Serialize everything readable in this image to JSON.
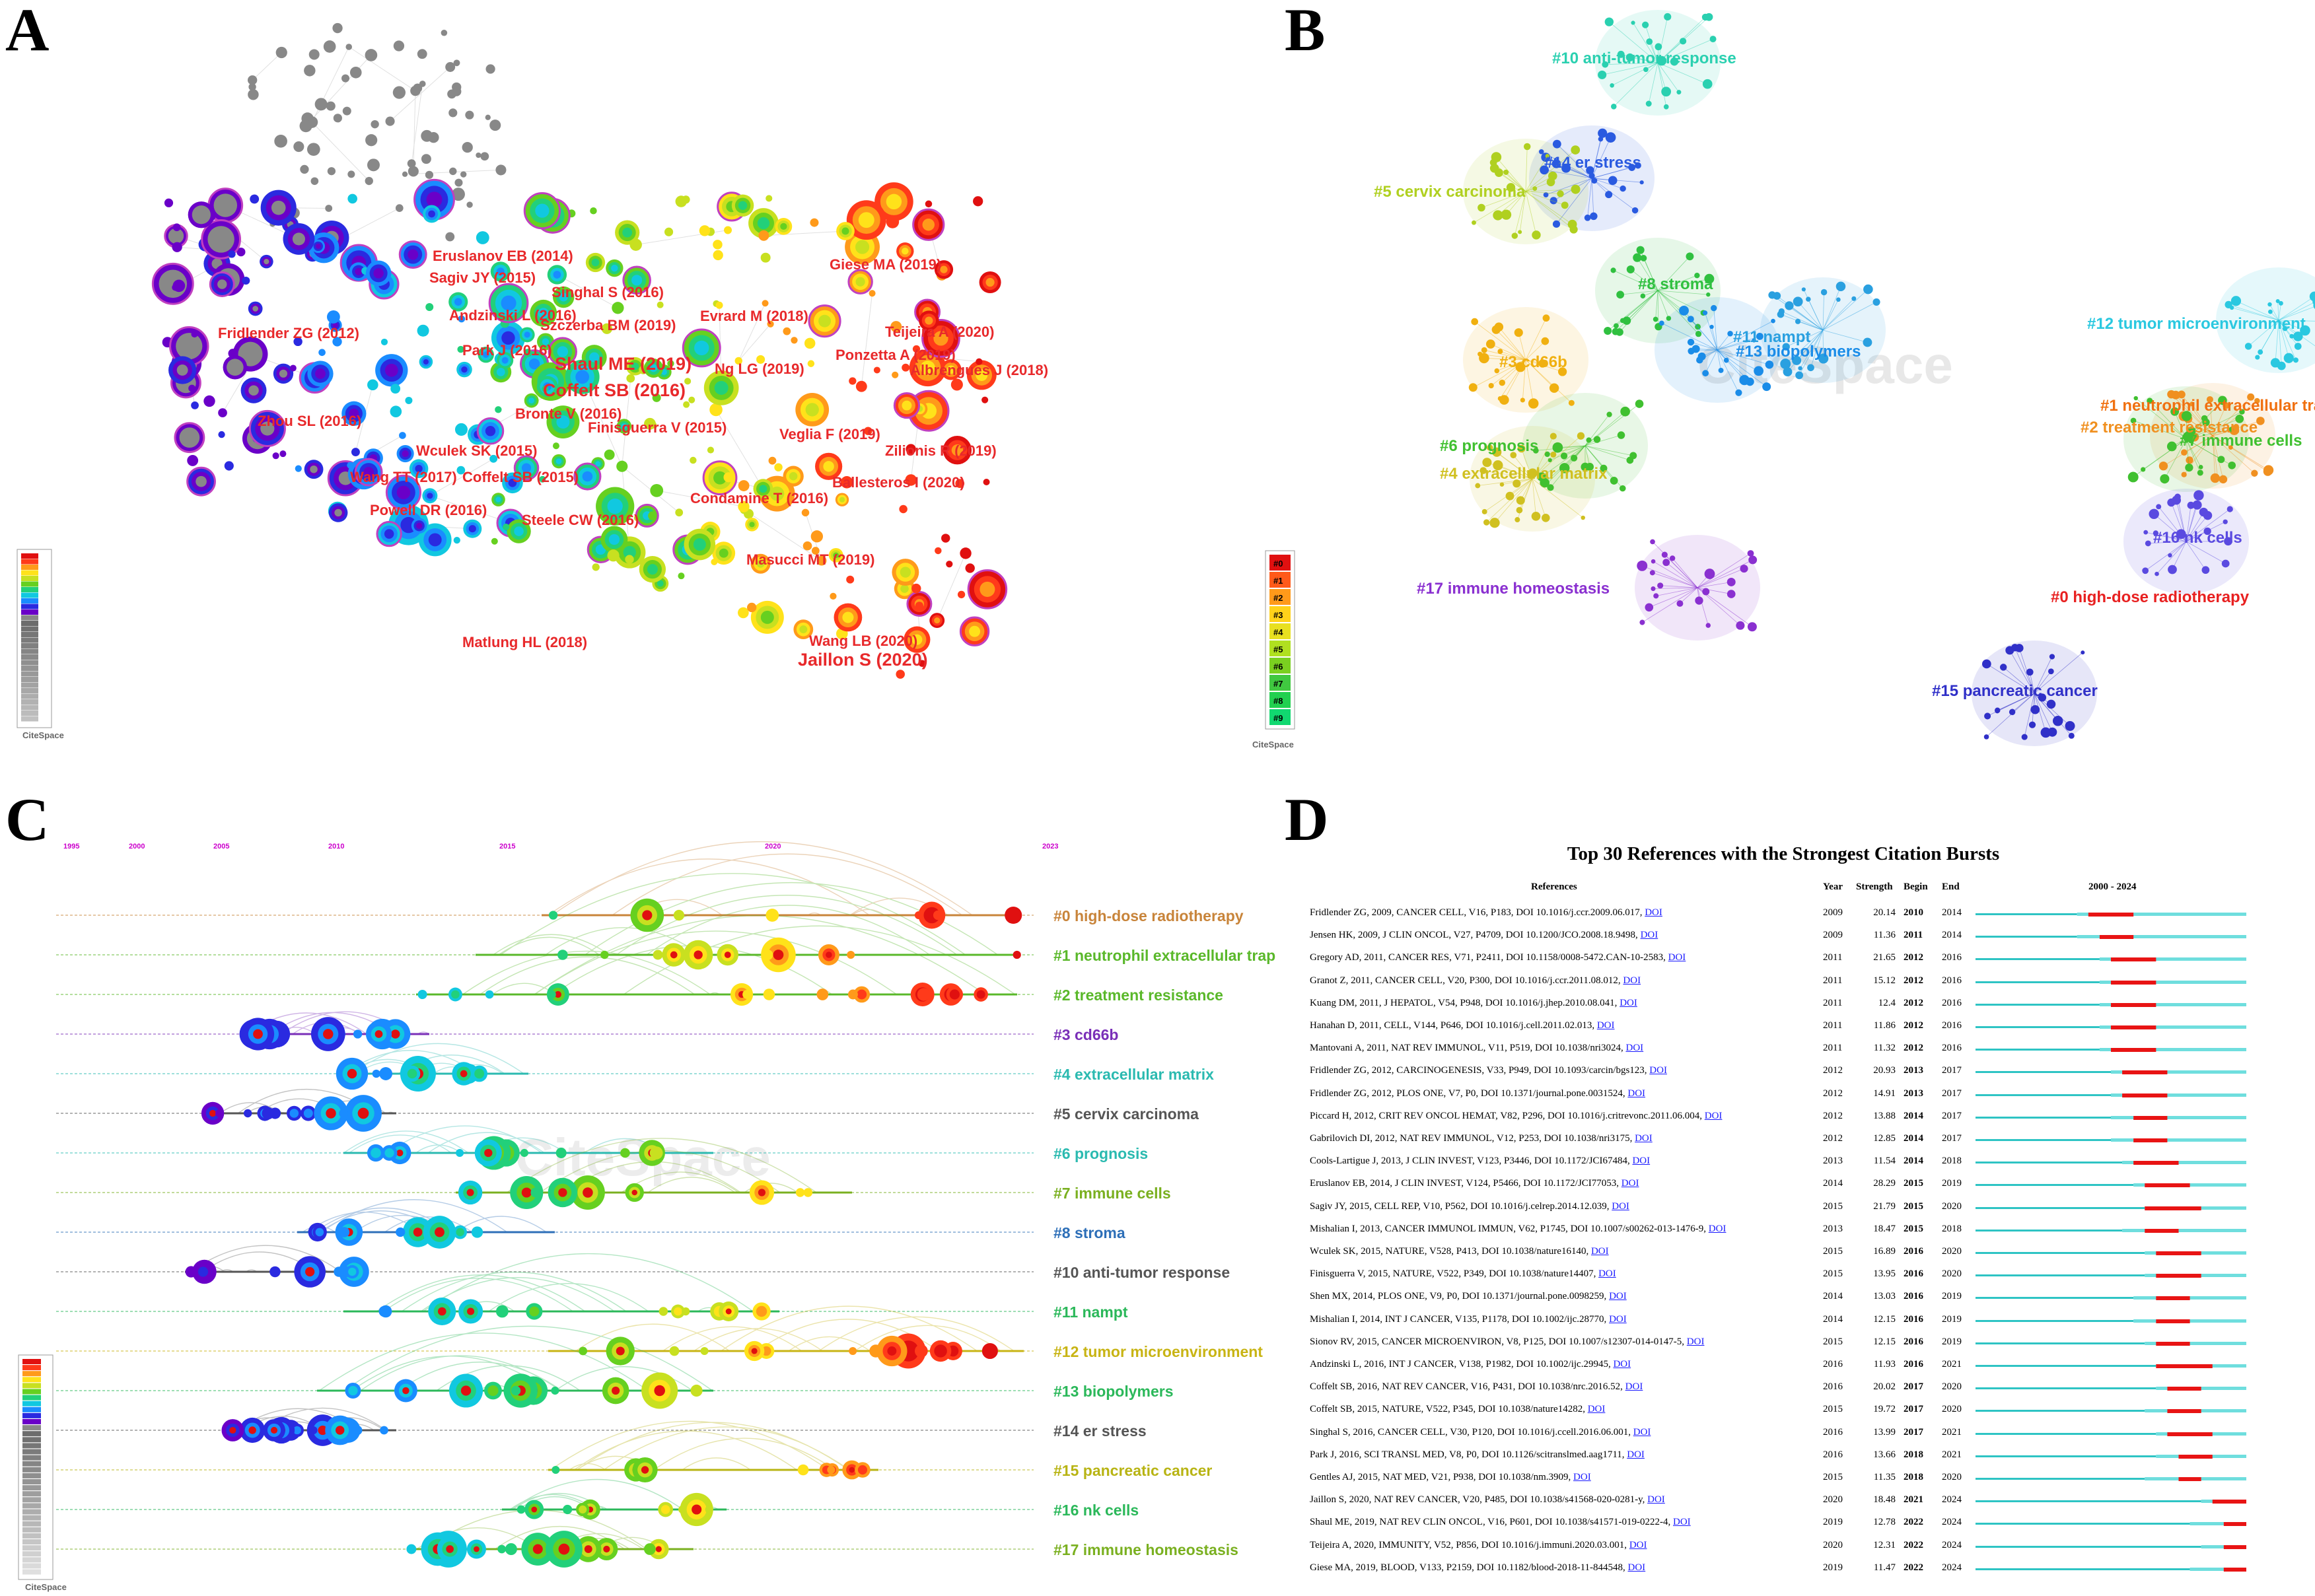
{
  "panels": {
    "a": "A",
    "b": "B",
    "c": "C",
    "d": "D"
  },
  "watermark": "CiteSpace",
  "panel_a": {
    "node_labels": [
      "Eruslanov EB (2014)",
      "Sagiv JY (2015)",
      "Singhal S (2016)",
      "Andzinski L (2016)",
      "Szczerba BM (2019)",
      "Fridlender ZG (2012)",
      "Park J (2016)",
      "Shaul ME (2019)",
      "Coffelt SB (2016)",
      "Evrard M (2018)",
      "Giese MA (2019)",
      "Teijeira A (2020)",
      "Ponzetta A (2019)",
      "Albrengues J (2018)",
      "Ng LG (2019)",
      "Bronte V (2016)",
      "Zhou SL (2016)",
      "Wculek SK (2015)",
      "Finisguerra V (2015)",
      "Veglia F (2019)",
      "Zilionis R (2019)",
      "Wang TT (2017)",
      "Coffelt SB (2015)",
      "Ballesteros I (2020)",
      "Powell DR (2016)",
      "Condamine T (2016)",
      "Steele CW (2016)",
      "Masucci MT (2019)",
      "Matlung HL (2018)",
      "Wang LB (2020)",
      "Jaillon S (2020)"
    ]
  },
  "panel_b": {
    "clusters": [
      "#10 anti-tumor response",
      "#14 er stress",
      "#5 cervix carcinoma",
      "#11 nampt",
      "#8 stroma",
      "#13 biopolymers",
      "#12 tumor microenvironment",
      "#3 cd66b",
      "#1 neutrophil extracellular trap",
      "#2 treatment resistance",
      "#7 immune cells",
      "#6 prognosis",
      "#4 extracellular matrix",
      "#16 nk cells",
      "#17 immune homeostasis",
      "#0 high-dose radiotherapy",
      "#15 pancreatic cancer"
    ],
    "legend": [
      "#0",
      "#1",
      "#2",
      "#3",
      "#4",
      "#5",
      "#6",
      "#7",
      "#8",
      "#9"
    ]
  },
  "panel_c": {
    "years": [
      "1995",
      "2000",
      "2005",
      "2010",
      "2015",
      "2020",
      "2023"
    ],
    "clusters": [
      "#0 high-dose radiotherapy",
      "#1 neutrophil extracellular trap",
      "#2 treatment resistance",
      "#3 cd66b",
      "#4 extracellular matrix",
      "#5 cervix carcinoma",
      "#6 prognosis",
      "#7 immune cells",
      "#8 stroma",
      "#10 anti-tumor response",
      "#11 nampt",
      "#12 tumor microenvironment",
      "#13 biopolymers",
      "#14 er stress",
      "#15 pancreatic cancer",
      "#16 nk cells",
      "#17 immune homeostasis"
    ],
    "colors": [
      "#c8843a",
      "#5ab82a",
      "#5ab82a",
      "#7a2fb8",
      "#2bbab0",
      "#555555",
      "#2bbab0",
      "#7ab020",
      "#2d6fb8",
      "#555555",
      "#2bb85a",
      "#c8b414",
      "#2bb85a",
      "#555555",
      "#b8b414",
      "#2bb85a",
      "#7ab020"
    ]
  },
  "panel_d": {
    "title": "Top 30 References with the Strongest Citation Bursts",
    "headers": {
      "references": "References",
      "year": "Year",
      "strength": "Strength",
      "begin": "Begin",
      "end": "End",
      "range": "2000 - 2024"
    },
    "doi_label": "DOI",
    "rows": [
      {
        "ref": "Fridlender ZG, 2009, CANCER CELL, V16, P183, DOI 10.1016/j.ccr.2009.06.017,",
        "year": "2009",
        "strength": "20.14",
        "begin": "2010",
        "end": "2014"
      },
      {
        "ref": "Jensen HK, 2009, J CLIN ONCOL, V27, P4709, DOI 10.1200/JCO.2008.18.9498,",
        "year": "2009",
        "strength": "11.36",
        "begin": "2011",
        "end": "2014"
      },
      {
        "ref": "Gregory AD, 2011, CANCER RES, V71, P2411, DOI 10.1158/0008-5472.CAN-10-2583,",
        "year": "2011",
        "strength": "21.65",
        "begin": "2012",
        "end": "2016"
      },
      {
        "ref": "Granot Z, 2011, CANCER CELL, V20, P300, DOI 10.1016/j.ccr.2011.08.012,",
        "year": "2011",
        "strength": "15.12",
        "begin": "2012",
        "end": "2016"
      },
      {
        "ref": "Kuang DM, 2011, J HEPATOL, V54, P948, DOI 10.1016/j.jhep.2010.08.041,",
        "year": "2011",
        "strength": "12.4",
        "begin": "2012",
        "end": "2016"
      },
      {
        "ref": "Hanahan D, 2011, CELL, V144, P646, DOI 10.1016/j.cell.2011.02.013,",
        "year": "2011",
        "strength": "11.86",
        "begin": "2012",
        "end": "2016"
      },
      {
        "ref": "Mantovani A, 2011, NAT REV IMMUNOL, V11, P519, DOI 10.1038/nri3024,",
        "year": "2011",
        "strength": "11.32",
        "begin": "2012",
        "end": "2016"
      },
      {
        "ref": "Fridlender ZG, 2012, CARCINOGENESIS, V33, P949, DOI 10.1093/carcin/bgs123,",
        "year": "2012",
        "strength": "20.93",
        "begin": "2013",
        "end": "2017"
      },
      {
        "ref": "Fridlender ZG, 2012, PLOS ONE, V7, P0, DOI 10.1371/journal.pone.0031524,",
        "year": "2012",
        "strength": "14.91",
        "begin": "2013",
        "end": "2017"
      },
      {
        "ref": "Piccard H, 2012, CRIT REV ONCOL HEMAT, V82, P296, DOI 10.1016/j.critrevonc.2011.06.004,",
        "year": "2012",
        "strength": "13.88",
        "begin": "2014",
        "end": "2017"
      },
      {
        "ref": "Gabrilovich DI, 2012, NAT REV IMMUNOL, V12, P253, DOI 10.1038/nri3175,",
        "year": "2012",
        "strength": "12.85",
        "begin": "2014",
        "end": "2017"
      },
      {
        "ref": "Cools-Lartigue J, 2013, J CLIN INVEST, V123, P3446, DOI 10.1172/JCI67484,",
        "year": "2013",
        "strength": "11.54",
        "begin": "2014",
        "end": "2018"
      },
      {
        "ref": "Eruslanov EB, 2014, J CLIN INVEST, V124, P5466, DOI 10.1172/JCI77053,",
        "year": "2014",
        "strength": "28.29",
        "begin": "2015",
        "end": "2019"
      },
      {
        "ref": "Sagiv JY, 2015, CELL REP, V10, P562, DOI 10.1016/j.celrep.2014.12.039,",
        "year": "2015",
        "strength": "21.79",
        "begin": "2015",
        "end": "2020"
      },
      {
        "ref": "Mishalian I, 2013, CANCER IMMUNOL IMMUN, V62, P1745, DOI 10.1007/s00262-013-1476-9,",
        "year": "2013",
        "strength": "18.47",
        "begin": "2015",
        "end": "2018"
      },
      {
        "ref": "Wculek SK, 2015, NATURE, V528, P413, DOI 10.1038/nature16140,",
        "year": "2015",
        "strength": "16.89",
        "begin": "2016",
        "end": "2020"
      },
      {
        "ref": "Finisguerra V, 2015, NATURE, V522, P349, DOI 10.1038/nature14407,",
        "year": "2015",
        "strength": "13.95",
        "begin": "2016",
        "end": "2020"
      },
      {
        "ref": "Shen MX, 2014, PLOS ONE, V9, P0, DOI 10.1371/journal.pone.0098259,",
        "year": "2014",
        "strength": "13.03",
        "begin": "2016",
        "end": "2019"
      },
      {
        "ref": "Mishalian I, 2014, INT J CANCER, V135, P1178, DOI 10.1002/ijc.28770,",
        "year": "2014",
        "strength": "12.15",
        "begin": "2016",
        "end": "2019"
      },
      {
        "ref": "Sionov RV, 2015, CANCER MICROENVIRON, V8, P125, DOI 10.1007/s12307-014-0147-5,",
        "year": "2015",
        "strength": "12.15",
        "begin": "2016",
        "end": "2019"
      },
      {
        "ref": "Andzinski L, 2016, INT J CANCER, V138, P1982, DOI 10.1002/ijc.29945,",
        "year": "2016",
        "strength": "11.93",
        "begin": "2016",
        "end": "2021"
      },
      {
        "ref": "Coffelt SB, 2016, NAT REV CANCER, V16, P431, DOI 10.1038/nrc.2016.52,",
        "year": "2016",
        "strength": "20.02",
        "begin": "2017",
        "end": "2020"
      },
      {
        "ref": "Coffelt SB, 2015, NATURE, V522, P345, DOI 10.1038/nature14282,",
        "year": "2015",
        "strength": "19.72",
        "begin": "2017",
        "end": "2020"
      },
      {
        "ref": "Singhal S, 2016, CANCER CELL, V30, P120, DOI 10.1016/j.ccell.2016.06.001,",
        "year": "2016",
        "strength": "13.99",
        "begin": "2017",
        "end": "2021"
      },
      {
        "ref": "Park J, 2016, SCI TRANSL MED, V8, P0, DOI 10.1126/scitranslmed.aag1711,",
        "year": "2016",
        "strength": "13.66",
        "begin": "2018",
        "end": "2021"
      },
      {
        "ref": "Gentles AJ, 2015, NAT MED, V21, P938, DOI 10.1038/nm.3909,",
        "year": "2015",
        "strength": "11.35",
        "begin": "2018",
        "end": "2020"
      },
      {
        "ref": "Jaillon S, 2020, NAT REV CANCER, V20, P485, DOI 10.1038/s41568-020-0281-y,",
        "year": "2020",
        "strength": "18.48",
        "begin": "2021",
        "end": "2024"
      },
      {
        "ref": "Shaul ME, 2019, NAT REV CLIN ONCOL, V16, P601, DOI 10.1038/s41571-019-0222-4,",
        "year": "2019",
        "strength": "12.78",
        "begin": "2022",
        "end": "2024"
      },
      {
        "ref": "Teijeira A, 2020, IMMUNITY, V52, P856, DOI 10.1016/j.immuni.2020.03.001,",
        "year": "2020",
        "strength": "12.31",
        "begin": "2022",
        "end": "2024"
      },
      {
        "ref": "Giese MA, 2019, BLOOD, V133, P2159, DOI 10.1182/blood-2018-11-844548,",
        "year": "2019",
        "strength": "11.47",
        "begin": "2022",
        "end": "2024"
      }
    ]
  }
}
